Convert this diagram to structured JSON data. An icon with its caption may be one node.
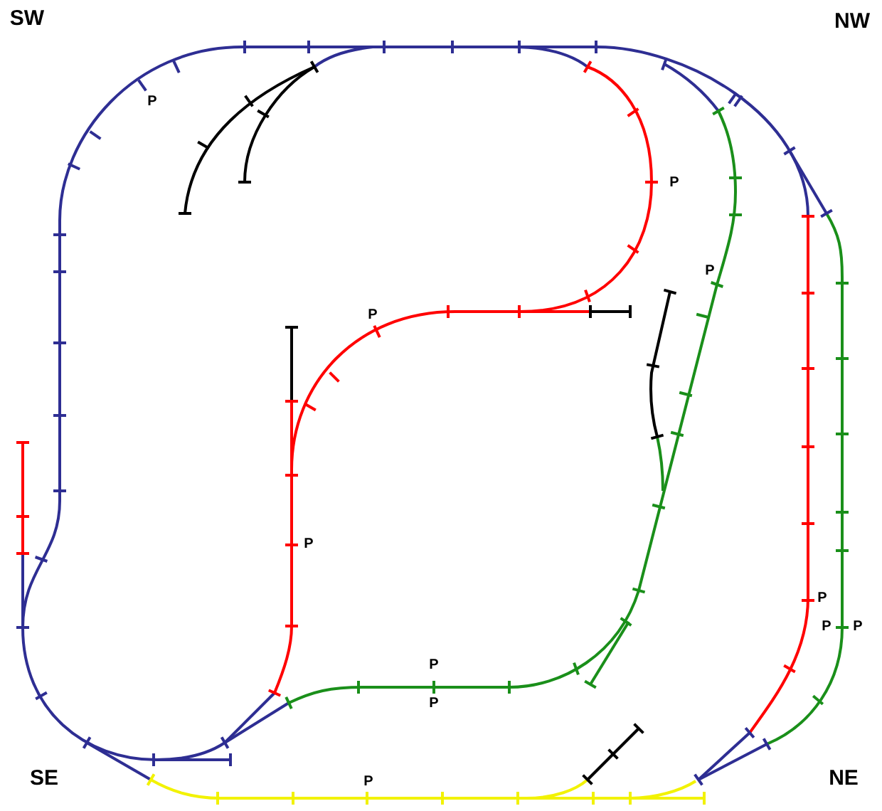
{
  "diagram": {
    "labels": [
      "SW",
      "NW",
      "P",
      "P",
      "P",
      "P",
      "P",
      "P",
      "P",
      "P",
      "P",
      "P",
      "SE",
      "P",
      "NE"
    ]
  }
}
